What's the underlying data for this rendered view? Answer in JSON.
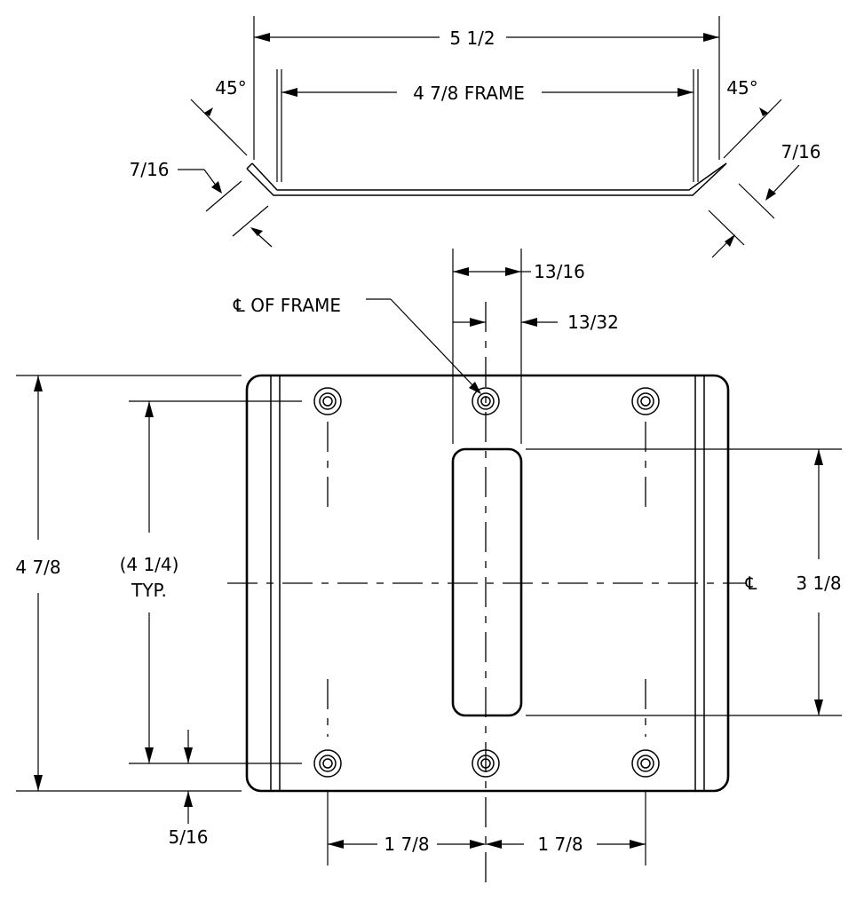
{
  "dimensions": {
    "overall_width": "5 1/2",
    "frame_width": "4 7/8 FRAME",
    "angle_left": "45°",
    "angle_right": "45°",
    "flange_left": "7/16",
    "flange_right": "7/16",
    "slot_width": "13/16",
    "slot_half": "13/32",
    "centerline_of_frame": "℄ OF FRAME",
    "overall_height": "4 7/8",
    "hole_spacing_vertical": "(4 1/4)",
    "typ": "TYP.",
    "centerline_symbol": "℄",
    "slot_height": "3 1/8",
    "edge_offset": "5/16",
    "hole_spacing_left": "1 7/8",
    "hole_spacing_right": "1 7/8"
  }
}
